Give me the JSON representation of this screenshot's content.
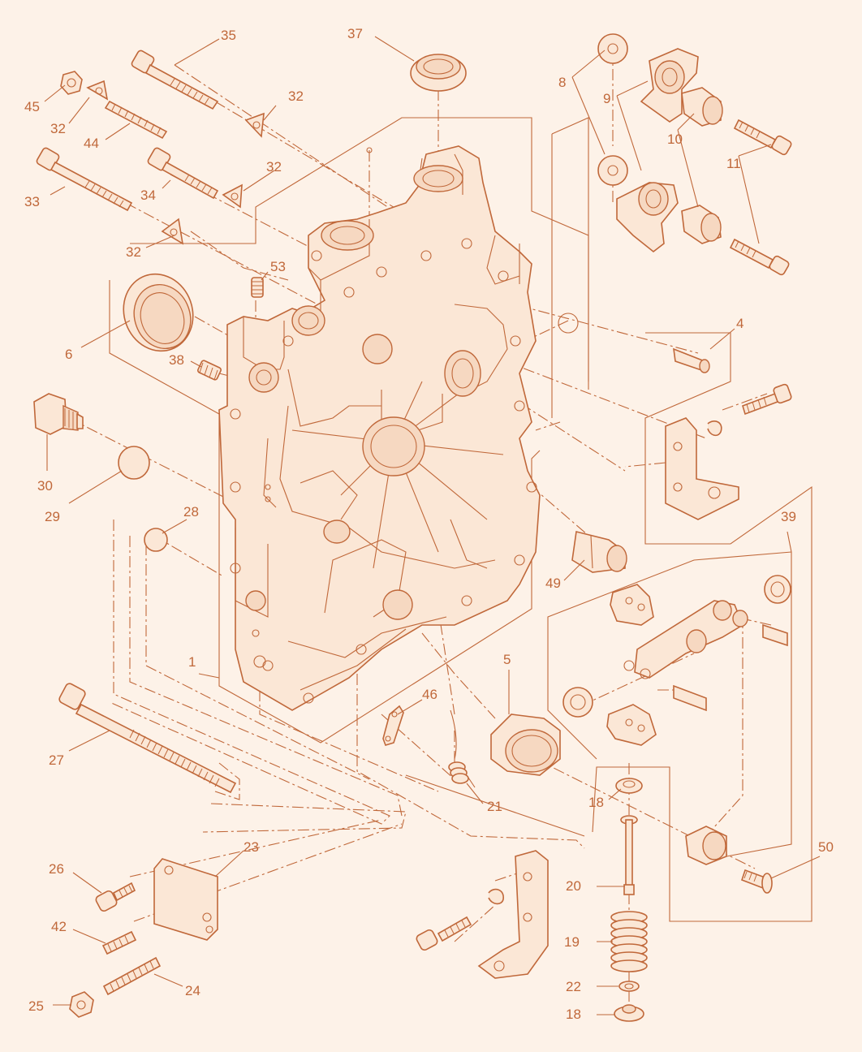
{
  "colors": {
    "line": "#c0683a",
    "background": "#fdf2e8",
    "fill": "#fbe7d6"
  },
  "callouts": {
    "c1": "1",
    "c4": "4",
    "c5": "5",
    "c6": "6",
    "c8": "8",
    "c9": "9",
    "c10": "10",
    "c11": "11",
    "c18a": "18",
    "c18b": "18",
    "c19": "19",
    "c20": "20",
    "c21": "21",
    "c22": "22",
    "c23": "23",
    "c24": "24",
    "c25": "25",
    "c26": "26",
    "c27": "27",
    "c28": "28",
    "c29": "29",
    "c30": "30",
    "c32a": "32",
    "c32b": "32",
    "c32c": "32",
    "c32d": "32",
    "c33": "33",
    "c34": "34",
    "c35": "35",
    "c37": "37",
    "c38": "38",
    "c39": "39",
    "c42": "42",
    "c44": "44",
    "c45": "45",
    "c46": "46",
    "c49": "49",
    "c50": "50",
    "c53": "53"
  }
}
